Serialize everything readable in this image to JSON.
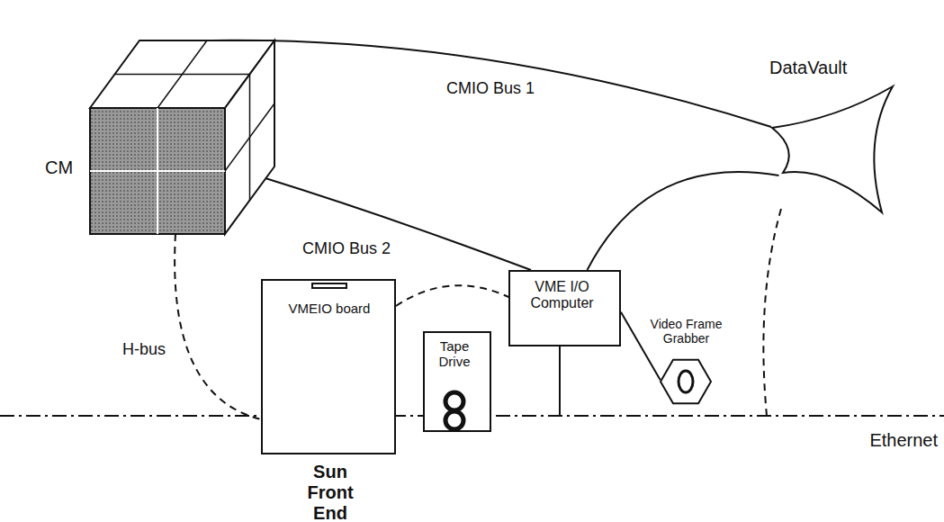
{
  "diagram": {
    "nodes": [
      {
        "text": [
          "CM"
        ]
      },
      {
        "text": [
          "DataVault"
        ]
      },
      {
        "text": [
          "Sun Front End"
        ]
      },
      {
        "text": [
          "VMEIO board"
        ],
        "in": 2
      },
      {
        "text": [
          "Tape Drive"
        ]
      },
      {
        "text": [
          "VME I/O Computer"
        ]
      },
      {
        "text": [
          "Video Frame Grabber"
        ]
      }
    ],
    "edges": [
      {
        "from": 0,
        "to": 1,
        "label": "CMIO Bus 1",
        "arrow": "none"
      },
      {
        "from": 0,
        "to": 5,
        "label": "CMIO Bus 2",
        "arrow": "none"
      },
      {
        "from": 5,
        "to": 1,
        "arrow": "none"
      },
      {
        "from": 0,
        "to": 2,
        "label": "H-bus",
        "arrow": "none"
      },
      {
        "from": 5,
        "to": 6,
        "arrow": "none"
      }
    ],
    "labels": [
      "Ethernet"
    ]
  }
}
